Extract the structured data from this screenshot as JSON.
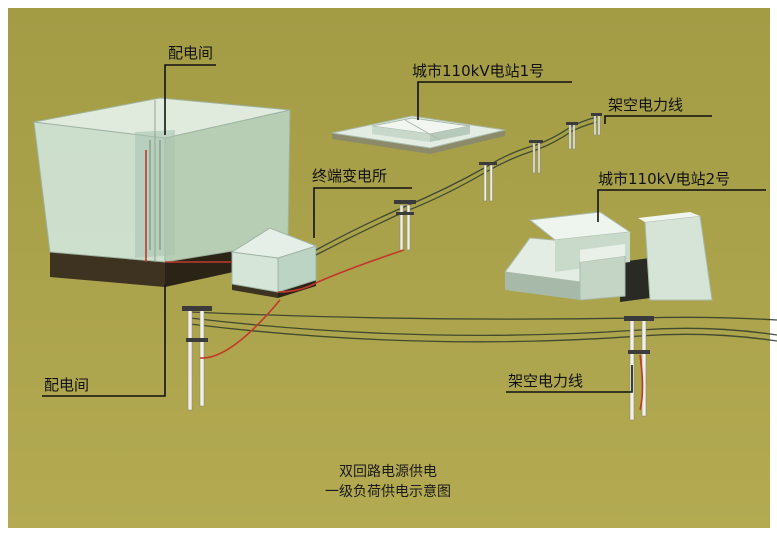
{
  "labels": {
    "room_top": "配电间",
    "room_bottom": "配电间",
    "station1": "城市110kV电站1号",
    "station2": "城市110kV电站2号",
    "line_top": "架空电力线",
    "line_bottom": "架空电力线",
    "terminal": "终端变电所"
  },
  "caption": {
    "line1": "双回路电源供电",
    "line2": "一级负荷供电示意图"
  },
  "colors": {
    "ground": "#a8a04a",
    "building_glass": "#cfe3d4",
    "wire_red": "#c0392b"
  }
}
